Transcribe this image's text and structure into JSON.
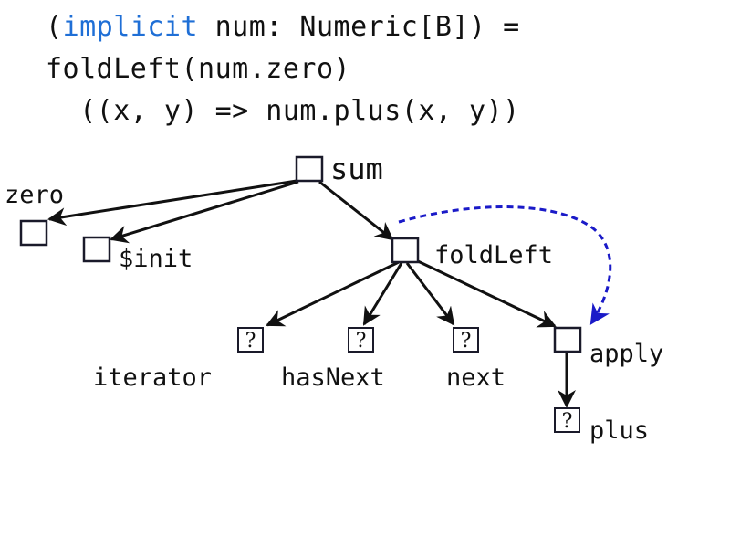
{
  "code": {
    "line1_open": "(",
    "line1_keyword": "implicit",
    "line1_rest": " num: Numeric[B]) =",
    "line2": "foldLeft(num.zero)",
    "line3": "  ((x, y) => num.plus(x, y))"
  },
  "colors": {
    "keyword": "#1f6fd6",
    "dashed_edge": "#1a1ac8",
    "node": "#1a1a2a"
  },
  "tree": {
    "nodes": {
      "sum": {
        "label": "sum"
      },
      "zero": {
        "label": "zero"
      },
      "init": {
        "label": "$init"
      },
      "foldLeft": {
        "label": "foldLeft"
      },
      "iterator": {
        "label": "iterator",
        "glyph": "?"
      },
      "hasNext": {
        "label": "hasNext",
        "glyph": "?"
      },
      "next": {
        "label": "next",
        "glyph": "?"
      },
      "apply": {
        "label": "apply"
      },
      "plus": {
        "label": "plus",
        "glyph": "?"
      }
    },
    "edges": [
      {
        "from": "sum",
        "to": "zero",
        "style": "solid"
      },
      {
        "from": "sum",
        "to": "init",
        "style": "solid"
      },
      {
        "from": "sum",
        "to": "foldLeft",
        "style": "solid"
      },
      {
        "from": "foldLeft",
        "to": "iterator",
        "style": "solid"
      },
      {
        "from": "foldLeft",
        "to": "hasNext",
        "style": "solid"
      },
      {
        "from": "foldLeft",
        "to": "next",
        "style": "solid"
      },
      {
        "from": "foldLeft",
        "to": "apply",
        "style": "solid"
      },
      {
        "from": "apply",
        "to": "plus",
        "style": "solid"
      },
      {
        "from": "foldLeft",
        "to": "apply",
        "style": "dashed"
      }
    ]
  }
}
